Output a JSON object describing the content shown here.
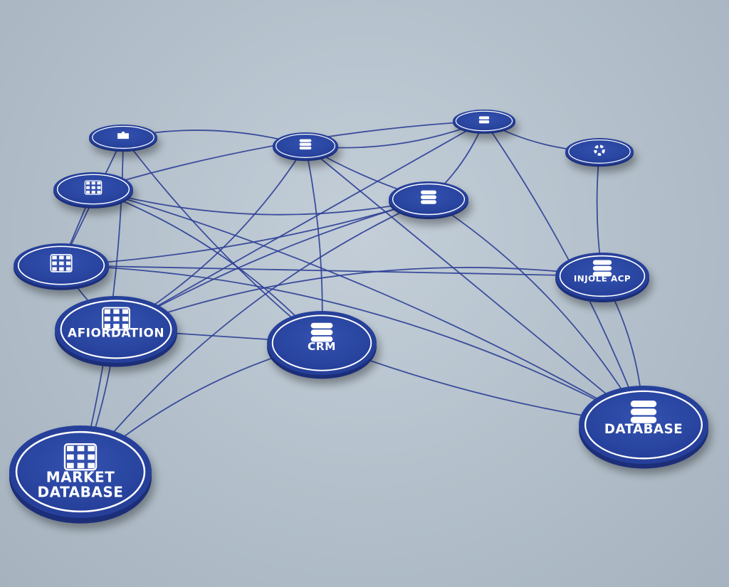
{
  "colors": {
    "node_fill": "#26409a",
    "node_fill_light": "#3352b0",
    "node_rim": "#ffffff",
    "node_shadow": "#6f7f92",
    "edge": "#2e3f96",
    "background": "#b8c4ce"
  },
  "nodes": [
    {
      "id": "n1",
      "label": "",
      "icon": "puzzle-icon"
    },
    {
      "id": "n2",
      "label": "",
      "icon": "database-icon"
    },
    {
      "id": "n3",
      "label": "",
      "icon": "server-icon"
    },
    {
      "id": "n4",
      "label": "",
      "icon": "gear-icon"
    },
    {
      "id": "n5",
      "label": "",
      "icon": "server-rack-icon"
    },
    {
      "id": "n6",
      "label": "",
      "icon": "database-icon"
    },
    {
      "id": "n7",
      "label": "",
      "icon": "server-rack-icon"
    },
    {
      "id": "n8",
      "label": "INJOLE ACP",
      "icon": "database-icon"
    },
    {
      "id": "n9",
      "label": "AFIORDATION",
      "icon": "server-rack-icon"
    },
    {
      "id": "n10",
      "label": "CRM",
      "icon": "database-icon"
    },
    {
      "id": "n11",
      "label": "DATABASE",
      "icon": "database-icon"
    },
    {
      "id": "n12",
      "label": "MARKET DATABASE",
      "icon": "server-rack-icon"
    }
  ],
  "edges": [
    [
      "n1",
      "n2"
    ],
    [
      "n1",
      "n12"
    ],
    [
      "n1",
      "n7"
    ],
    [
      "n1",
      "n10"
    ],
    [
      "n2",
      "n3"
    ],
    [
      "n2",
      "n9"
    ],
    [
      "n2",
      "n10"
    ],
    [
      "n2",
      "n11"
    ],
    [
      "n2",
      "n6"
    ],
    [
      "n3",
      "n4"
    ],
    [
      "n3",
      "n6"
    ],
    [
      "n3",
      "n11"
    ],
    [
      "n3",
      "n9"
    ],
    [
      "n4",
      "n8"
    ],
    [
      "n5",
      "n6"
    ],
    [
      "n5",
      "n10"
    ],
    [
      "n5",
      "n11"
    ],
    [
      "n5",
      "n7"
    ],
    [
      "n6",
      "n9"
    ],
    [
      "n6",
      "n12"
    ],
    [
      "n6",
      "n11"
    ],
    [
      "n6",
      "n7"
    ],
    [
      "n7",
      "n8"
    ],
    [
      "n7",
      "n9"
    ],
    [
      "n8",
      "n9"
    ],
    [
      "n8",
      "n11"
    ],
    [
      "n9",
      "n12"
    ],
    [
      "n9",
      "n10"
    ],
    [
      "n10",
      "n11"
    ],
    [
      "n10",
      "n12"
    ],
    [
      "n7",
      "n11"
    ],
    [
      "n5",
      "n3"
    ]
  ]
}
